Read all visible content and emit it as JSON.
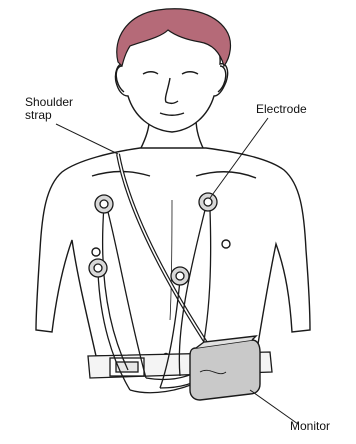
{
  "labels": {
    "shoulder_line1": "Shoulder",
    "shoulder_line2": "strap",
    "electrode": "Electrode",
    "monitor": "Monitor"
  },
  "colors": {
    "hair": "#b56a78",
    "line": "#1a1a1a",
    "skin": "#ffffff",
    "monitor": "#c9c9c9",
    "belt": "#f4f4f4"
  }
}
